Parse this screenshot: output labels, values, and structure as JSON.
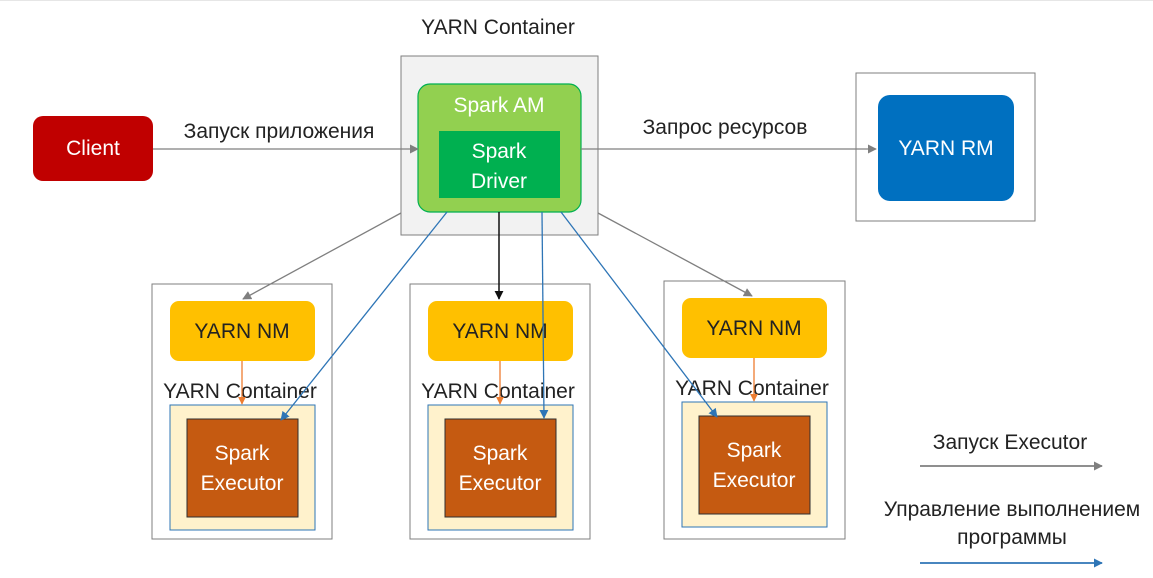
{
  "title_container": "YARN Container",
  "client": {
    "label": "Client",
    "color": "#c00000"
  },
  "am": {
    "label": "Spark AM",
    "color": "#92d050"
  },
  "driver": {
    "line1": "Spark",
    "line2": "Driver",
    "color": "#00b050"
  },
  "rm": {
    "label": "YARN RM",
    "color": "#0070c0"
  },
  "edges": {
    "launch_app": "Запуск приложения",
    "request_resources": "Запрос ресурсов"
  },
  "nodes": [
    {
      "nm_label": "YARN NM",
      "container_label": "YARN Container",
      "exec_line1": "Spark",
      "exec_line2": "Executor"
    },
    {
      "nm_label": "YARN NM",
      "container_label": "YARN Container",
      "exec_line1": "Spark",
      "exec_line2": "Executor"
    },
    {
      "nm_label": "YARN NM",
      "container_label": "YARN Container",
      "exec_line1": "Spark",
      "exec_line2": "Executor"
    }
  ],
  "legend": {
    "launch_executor": "Запуск Executor",
    "control_line1": "Управление выполнением",
    "control_line2": "программы"
  },
  "colors": {
    "nm": "#ffc000",
    "executor": "#c55a11",
    "container_bg": "#fff2cc",
    "gray_arrow": "#7f7f7f",
    "blue_arrow": "#2e75b6",
    "orange_arrow": "#ed7d31"
  }
}
